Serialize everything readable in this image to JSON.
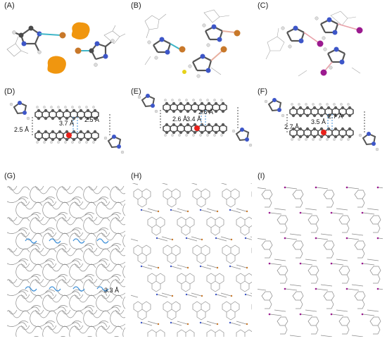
{
  "panels": {
    "A": {
      "label": "(A)"
    },
    "B": {
      "label": "(B)"
    },
    "C": {
      "label": "(C)"
    },
    "D": {
      "label": "(D)",
      "distances": [
        "2.5 Å",
        "3.7 Å",
        "2.5 Å"
      ]
    },
    "E": {
      "label": "(E)",
      "distances": [
        "2.6 Å",
        "3.4 Å",
        "2.6 Å"
      ]
    },
    "F": {
      "label": "(F)",
      "distances": [
        "2.7 Å",
        "3.5 Å",
        "2.7 Å"
      ]
    },
    "G": {
      "label": "(G)",
      "distances": [
        "3.3 Å"
      ]
    },
    "H": {
      "label": "(H)"
    },
    "I": {
      "label": "(I)"
    }
  },
  "colors": {
    "carbon": "#7a7a7a",
    "hydrogen": "#dcdcdc",
    "nitrogen": "#3d56c8",
    "oxygen": "#e8201a",
    "bromine": "#c8782a",
    "iodine": "#9b1a8f",
    "halogen_bond": "#3fb6c8",
    "orange_surface": "#f0960f",
    "wire": "#8a8a8a",
    "contact": "#3c8fd8"
  }
}
